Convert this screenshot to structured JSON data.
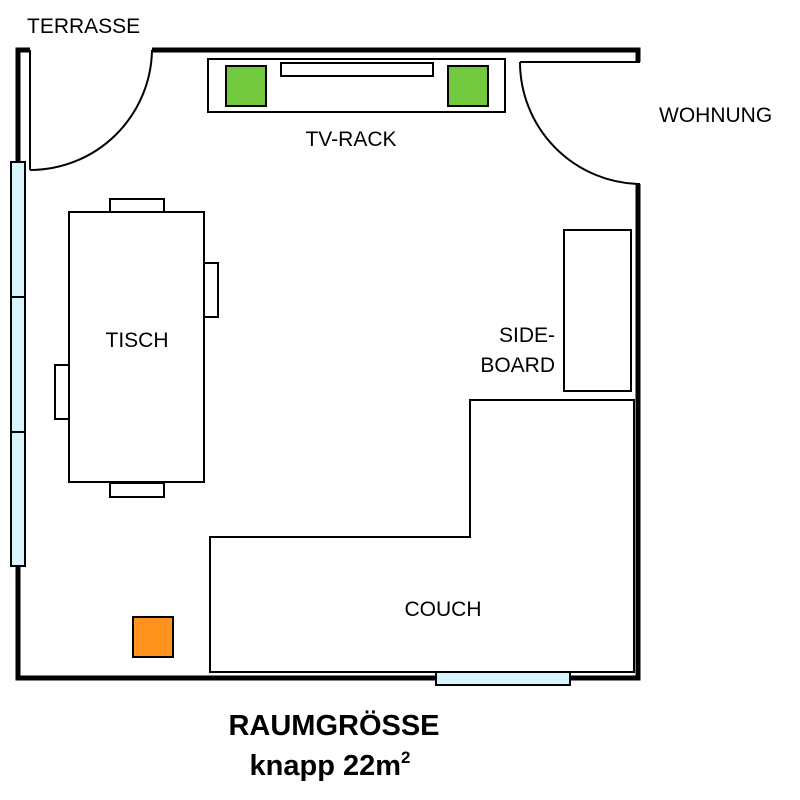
{
  "labels": {
    "terrasse": "TERRASSE",
    "wohnung": "WOHNUNG",
    "tv_rack": "TV-RACK",
    "tisch": "TISCH",
    "sideboard_line1": "SIDE-",
    "sideboard_line2": "BOARD",
    "couch": "COUCH"
  },
  "footer": {
    "title": "RAUMGRÖSSE",
    "size_prefix": "knapp 22m",
    "size_superscript": "2"
  },
  "colors": {
    "wall": "#000000",
    "window": "#d6f4fa",
    "speaker": "#72c93e",
    "accent_box": "#ff931e",
    "furniture_fill": "#ffffff"
  }
}
